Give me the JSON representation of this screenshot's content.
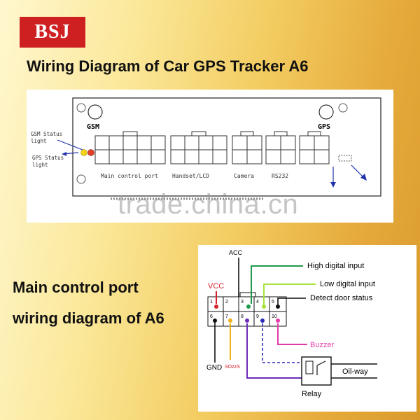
{
  "brand": {
    "logo_text": "BSJ",
    "color": "#cf2021"
  },
  "title": "Wiring Diagram of Car GPS Tracker A6",
  "watermark": "trade.china.cn",
  "side_title": {
    "line1": "Main control port",
    "line2": "wiring diagram of A6"
  },
  "device": {
    "gsm_label": "GSM",
    "gps_label": "GPS",
    "gsm_status_line1": "GSM Status",
    "gsm_status_line2": "light",
    "gps_status_line1": "GPS Status",
    "gps_status_line2": "light",
    "ports": [
      "Main control port",
      "Handset/LCD",
      "Camera",
      "RS232"
    ],
    "led_colors": {
      "gsm": "#f2d21b",
      "gps": "#e0412b"
    }
  },
  "wiring": {
    "pin_numbers": [
      "1",
      "2",
      "3",
      "4",
      "5",
      "6",
      "7",
      "8",
      "9",
      "10"
    ],
    "labels": {
      "acc": "ACC",
      "high_input": "High digital input",
      "low_input": "Low digital input",
      "door": "Detect door status",
      "vcc": "VCC",
      "buzzer": "Buzzer",
      "oilway": "Oil-way",
      "relay": "Relay",
      "gnd": "GND",
      "sos": "SOzzS"
    },
    "colors": {
      "vcc": "#d3202a",
      "sos": "#f0b21a",
      "high_input": "#1f9a4a",
      "low_input": "#a7e23a",
      "buzzer": "#e23aa8",
      "relay_wire": "#6a2bb8",
      "relay_dashed": "#2a2ab8"
    }
  }
}
